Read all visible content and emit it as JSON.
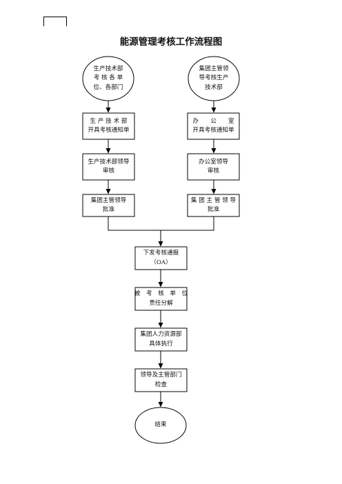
{
  "title": "能源管理考核工作流程图",
  "nodes": [
    {
      "id": "start-left",
      "shape": "ellipse",
      "lines": [
        "生产技术部",
        "考 核 各 单",
        "位、各部门"
      ]
    },
    {
      "id": "start-right",
      "shape": "ellipse",
      "lines": [
        "集团主管领",
        "导考核生产",
        "技术部"
      ]
    },
    {
      "id": "left-notice",
      "shape": "rect",
      "lines": [
        "生 产 技 术 部",
        "开具考核通知单"
      ]
    },
    {
      "id": "right-notice",
      "shape": "rect",
      "lines": [
        "办　　公　　室",
        "开具考核通知单"
      ]
    },
    {
      "id": "left-review",
      "shape": "rect",
      "lines": [
        "生产技术部领导",
        "审核"
      ]
    },
    {
      "id": "right-review",
      "shape": "rect",
      "lines": [
        "办公室领导",
        "审核"
      ]
    },
    {
      "id": "left-approve",
      "shape": "rect",
      "lines": [
        "集团主管领导",
        "批准"
      ]
    },
    {
      "id": "right-approve",
      "shape": "rect",
      "lines": [
        "集 团 主 管 领 导",
        "批准"
      ]
    },
    {
      "id": "issue-oa",
      "shape": "rect",
      "lines": [
        "下发考核通报",
        "（OA）"
      ]
    },
    {
      "id": "decompose",
      "shape": "rect",
      "lines": [
        "被　考　核　单　位",
        "责任分解"
      ]
    },
    {
      "id": "hr-execute",
      "shape": "rect",
      "lines": [
        "集团人力资源部",
        "具体执行"
      ]
    },
    {
      "id": "inspect",
      "shape": "rect",
      "lines": [
        "领导及主管部门",
        "检查"
      ]
    },
    {
      "id": "end",
      "shape": "ellipse",
      "lines": [
        "结束"
      ]
    }
  ]
}
